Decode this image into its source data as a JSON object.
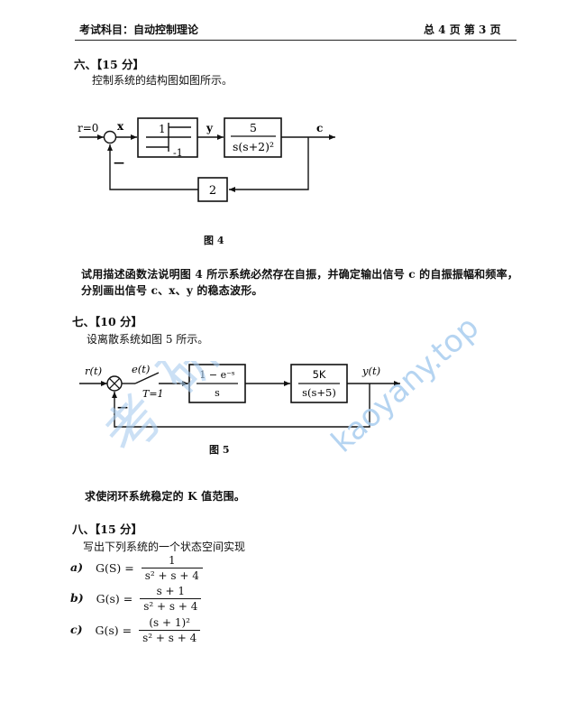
{
  "header": {
    "subject": "考试科目：自动控制理论",
    "pages": "总 4 页  第 3 页"
  },
  "q6": {
    "title": "六、【15 分】",
    "intro": "控制系统的结构图如图所示。",
    "figure": {
      "r_label": "r=0",
      "x_label": "x",
      "y_label": "y",
      "c_label": "c",
      "sum_sign": "—",
      "nl_upper": "1",
      "nl_lower": "-1",
      "plant_num": "5",
      "plant_den": "s(s+2)²",
      "feedback_gain": "2"
    },
    "caption": "图 4",
    "question_line1": "试用描述函数法说明图 4 所示系统必然存在自振，并确定输出信号 c 的自振振幅和频率，",
    "question_line2": "分别画出信号 c、x、y 的稳态波形。"
  },
  "q7": {
    "title": "七、【10 分】",
    "intro": "设离散系统如图 5 所示。",
    "figure": {
      "r_label": "r(t)",
      "e_label": "e(t)",
      "t_label": "T=1",
      "y_label": "y(t)",
      "sum_sign": "—",
      "zoh_num": "1 − e⁻ˢ",
      "zoh_den": "s",
      "plant_num": "5K",
      "plant_den": "s(s+5)"
    },
    "caption": "图 5",
    "question": "求使闭环系统稳定的 K 值范围。"
  },
  "q8": {
    "title": "八、【15 分】",
    "intro": "写出下列系统的一个状态空间实现",
    "items": [
      {
        "tag": "a)",
        "lhs": "G(S) =",
        "num": "1",
        "den": "s² + s + 4"
      },
      {
        "tag": "b)",
        "lhs": "G(s) =",
        "num": "s + 1",
        "den": "s² + s + 4"
      },
      {
        "tag": "c)",
        "lhs": "G(s) =",
        "num": "(s + 1)²",
        "den": "s² + s + 4"
      }
    ]
  },
  "watermark": {
    "chinese": "考研云分享",
    "latin": "kaoyany.top"
  }
}
